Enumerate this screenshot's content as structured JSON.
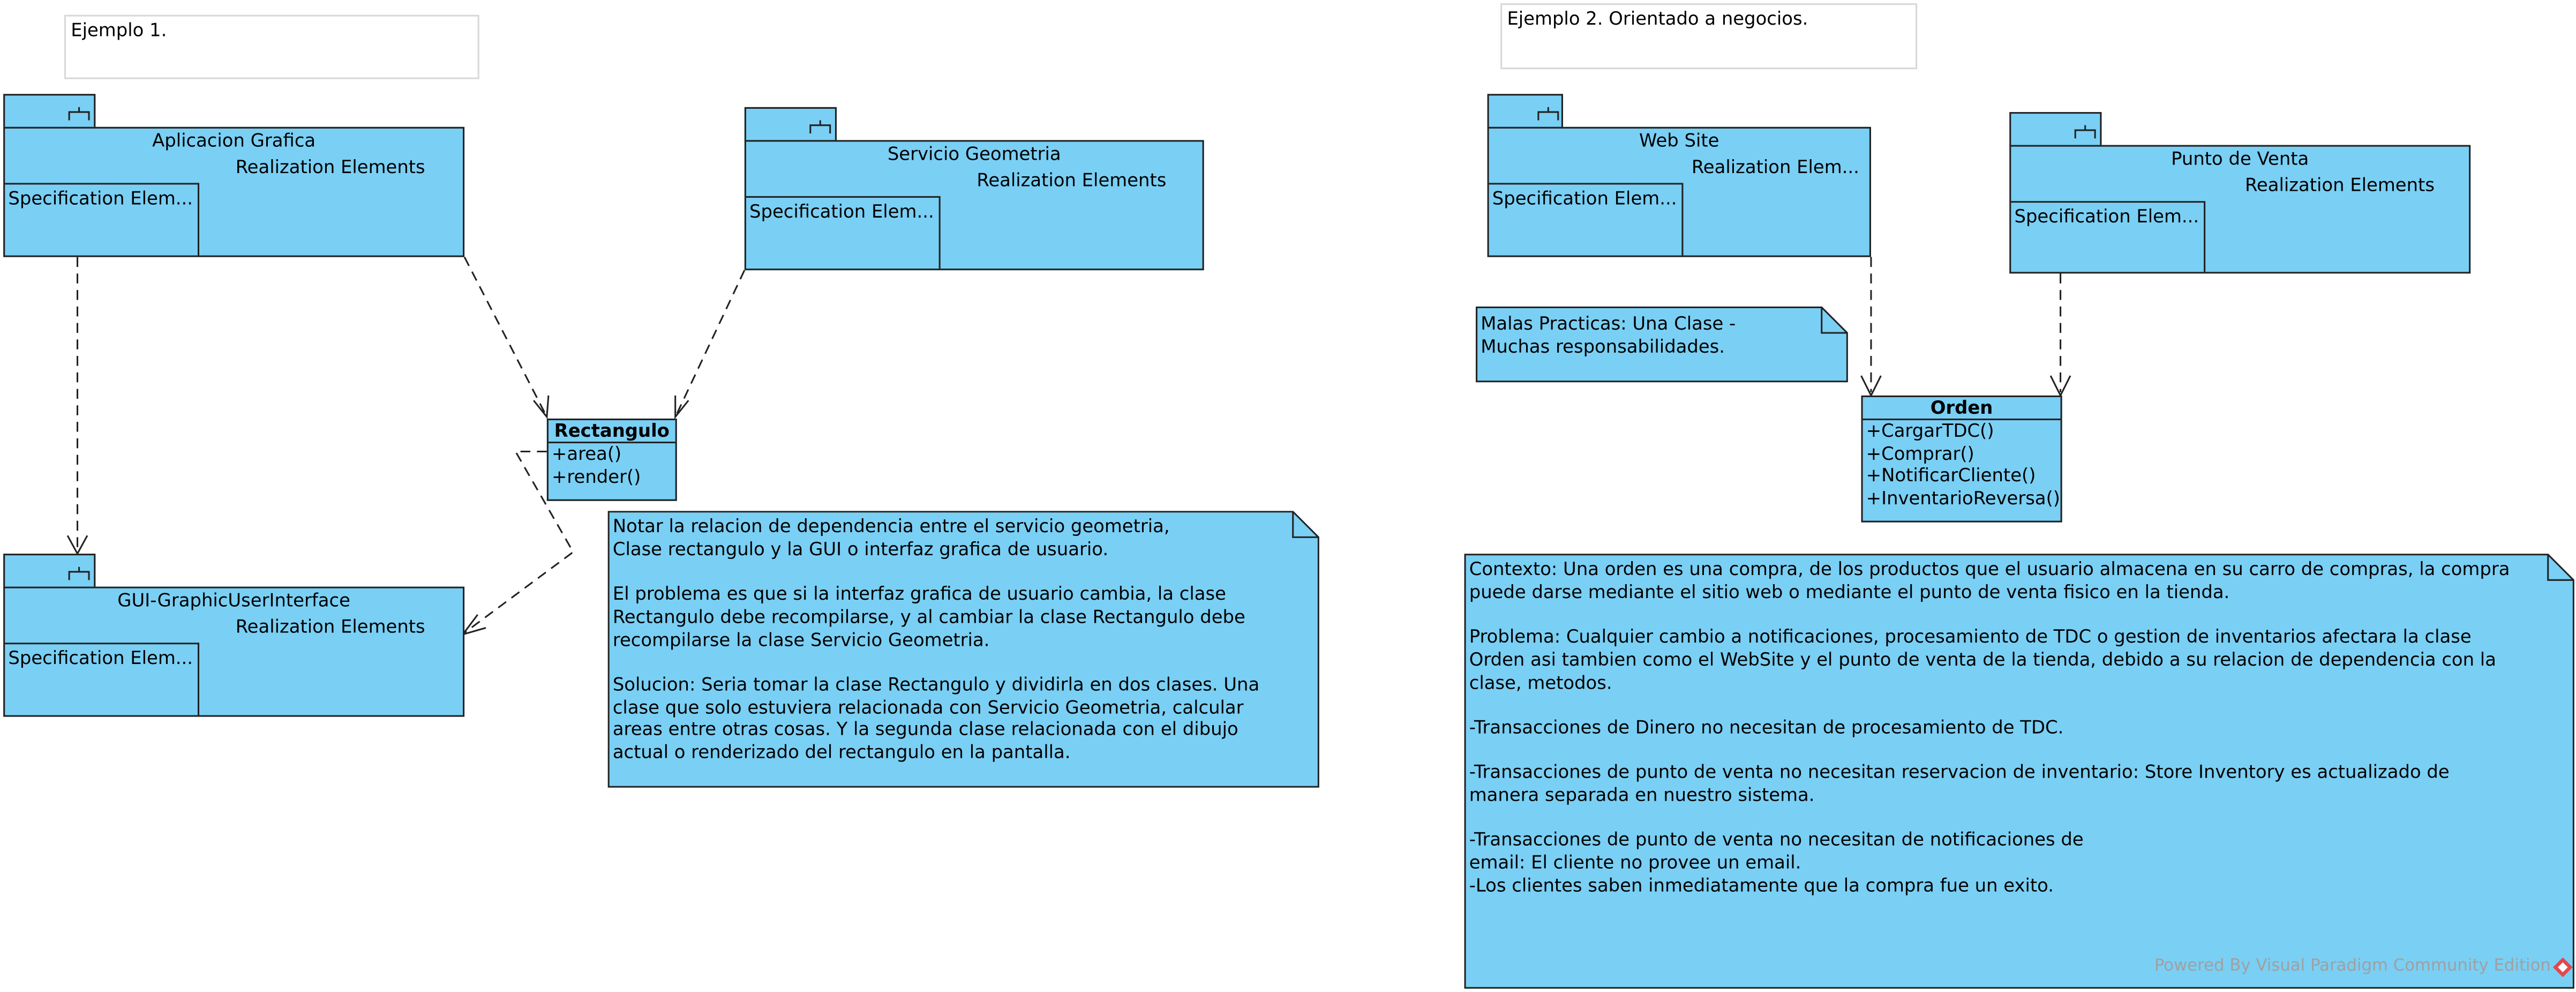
{
  "example1": {
    "title": "Ejemplo 1.",
    "packages": {
      "aplicacion": {
        "name": "Aplicacion Grafica",
        "realization": "Realization Elements",
        "specification": "Specification Elem..."
      },
      "servicio": {
        "name": "Servicio Geometria",
        "realization": "Realization Elements",
        "specification": "Specification Elem..."
      },
      "gui": {
        "name": "GUI-GraphicUserInterface",
        "realization": "Realization Elements",
        "specification": "Specification Elem..."
      }
    },
    "rectangulo": {
      "name": "Rectangulo",
      "operations": [
        "+area()",
        "+render()"
      ]
    },
    "note": "Notar la relacion de dependencia entre el servicio geometria,\nClase rectangulo y la GUI o interfaz grafica de usuario.\n\nEl problema es que si la interfaz grafica de usuario cambia, la clase\nRectangulo debe recompilarse, y al cambiar la clase Rectangulo debe\nrecompilarse la clase Servicio Geometria.\n\nSolucion: Seria tomar la clase Rectangulo y dividirla en dos clases. Una\nclase que solo estuviera relacionada con Servicio Geometria, calcular\nareas entre otras cosas. Y la segunda clase relacionada con el dibujo\nactual o renderizado del rectangulo en la pantalla."
  },
  "example2": {
    "title": "Ejemplo 2. Orientado a negocios.",
    "packages": {
      "website": {
        "name": "Web Site",
        "realization": "Realization Elem...",
        "specification": "Specification Elem..."
      },
      "puntoventa": {
        "name": "Punto de Venta",
        "realization": "Realization Elements",
        "specification": "Specification Elem..."
      }
    },
    "malas_practicas": "Malas Practicas: Una Clase -\nMuchas responsabilidades.",
    "orden": {
      "name": "Orden",
      "operations": [
        "+CargarTDC()",
        "+Comprar()",
        "+NotificarCliente()",
        "+InventarioReversa()"
      ]
    },
    "context_note": "Contexto: Una orden es una compra, de los productos que el usuario almacena en su carro de compras, la compra\npuede darse mediante el sitio web o mediante el punto de venta fisico en la tienda.\n\nProblema: Cualquier cambio a notificaciones, procesamiento de TDC o gestion de inventarios afectara la clase\nOrden asi tambien como el WebSite y el punto de venta de la tienda, debido a su relacion de dependencia con la\nclase, metodos.\n\n-Transacciones de Dinero no necesitan de procesamiento de TDC.\n\n-Transacciones de punto de venta no necesitan reservacion de inventario: Store Inventory es actualizado de\nmanera separada en nuestro sistema.\n\n-Transacciones de punto de venta no necesitan de notificaciones de\nemail: El cliente no provee un email.\n-Los clientes saben inmediatamente que la compra fue un exito."
  },
  "watermark": "Powered By Visual Paradigm Community Edition",
  "colors": {
    "fill": "#7acff4",
    "stroke": "#222222",
    "watermark": "#a0a0a0",
    "logo": "#e0484e"
  }
}
